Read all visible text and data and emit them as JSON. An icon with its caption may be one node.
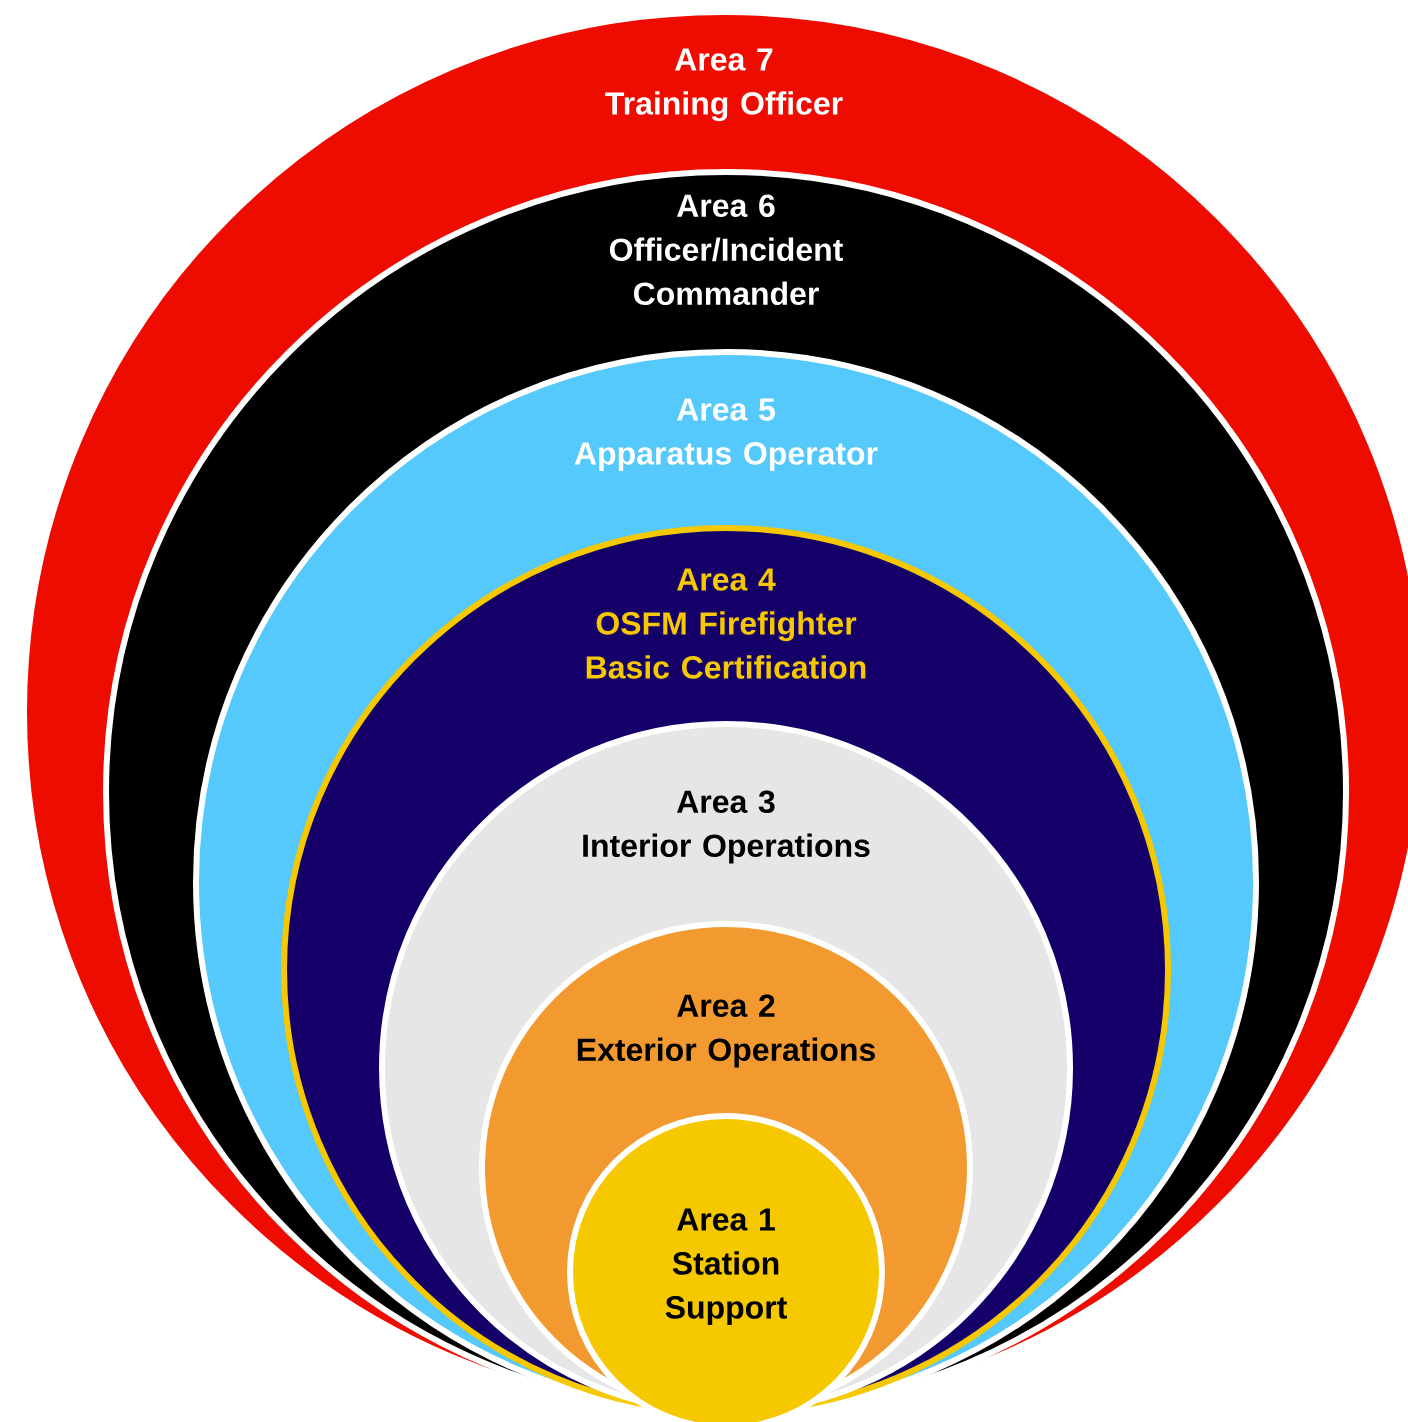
{
  "diagram": {
    "nodes": [
      {
        "text": [
          "Area 7",
          "Training Officer"
        ]
      },
      {
        "text": [
          "Area 6",
          "Officer/Incident Commander"
        ],
        "in": 0
      },
      {
        "text": [
          "Area 5",
          "Apparatus Operator"
        ],
        "in": 1
      },
      {
        "text": [
          "Area 4",
          "OSFM Firefighter Basic Certification"
        ],
        "in": 2
      },
      {
        "text": [
          "Area 3",
          "Interior Operations"
        ],
        "in": 3
      },
      {
        "text": [
          "Area 2",
          "Exterior Operations"
        ],
        "in": 4
      },
      {
        "text": [
          "Area 1",
          "Station Support"
        ],
        "in": 5
      }
    ]
  }
}
